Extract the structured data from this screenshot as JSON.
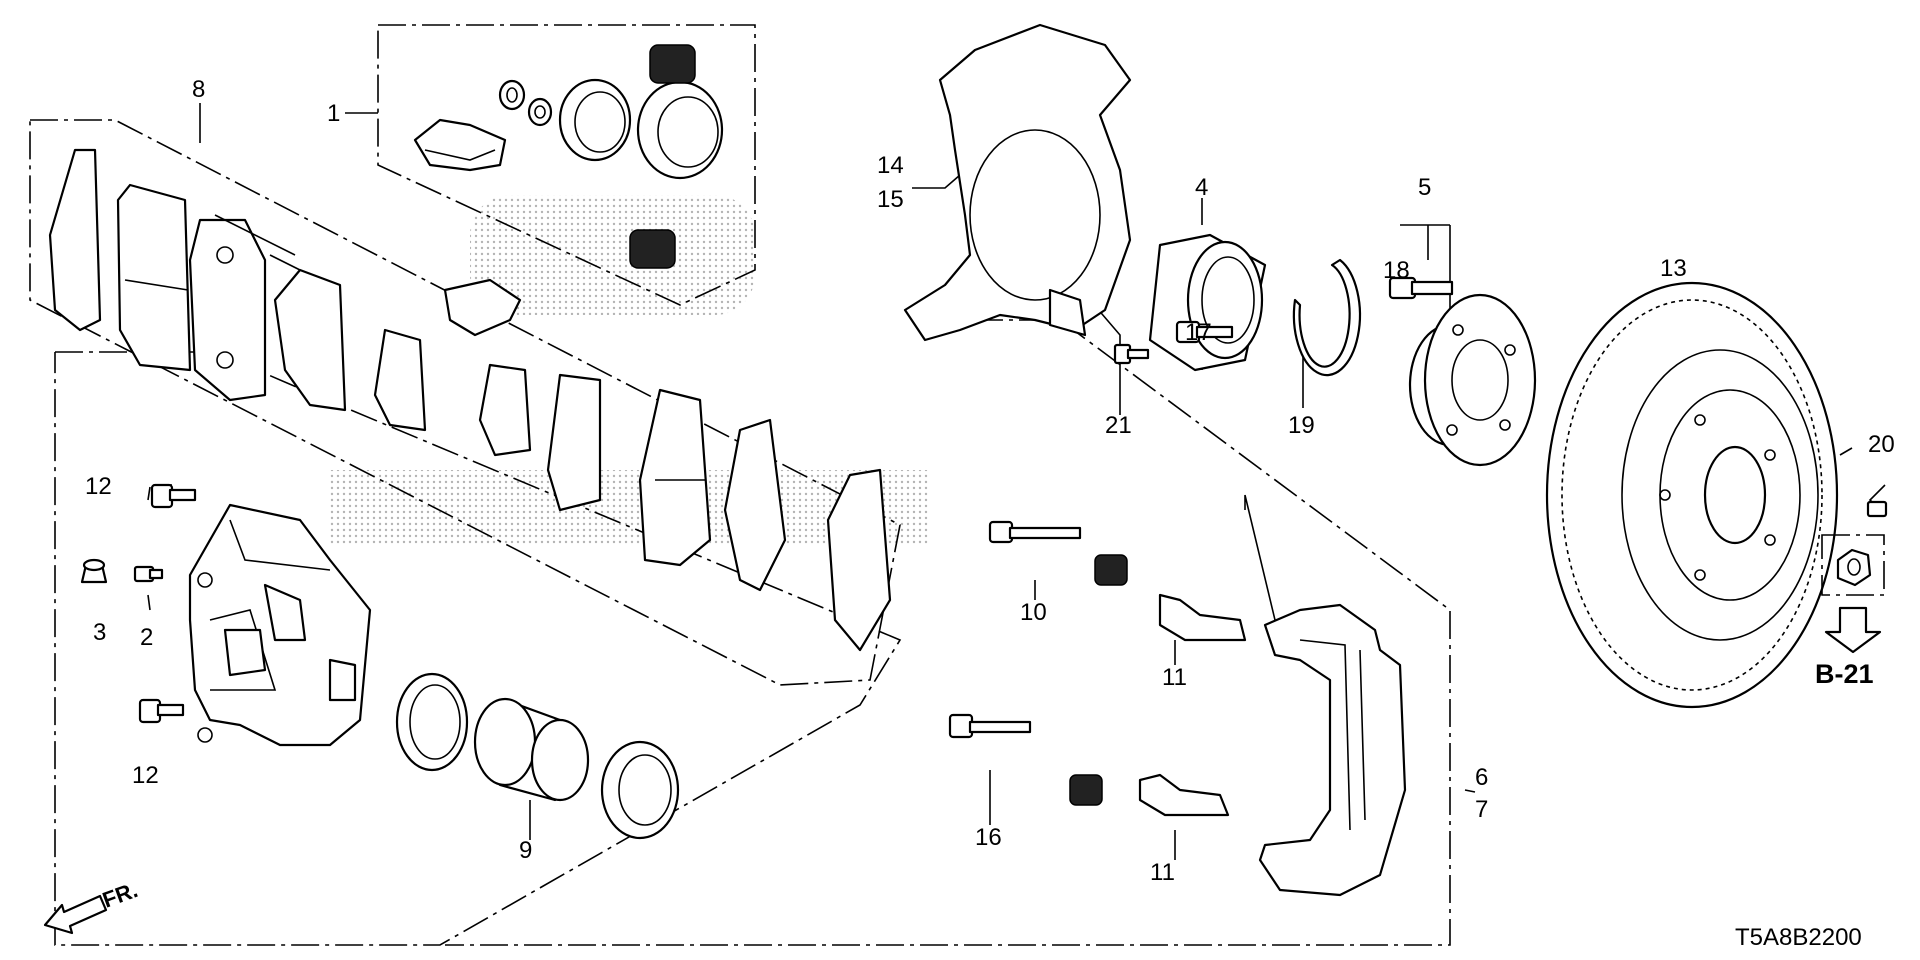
{
  "diagram": {
    "labels": {
      "p1": "1",
      "p2": "2",
      "p3": "3",
      "p4": "4",
      "p5": "5",
      "p6": "6",
      "p7": "7",
      "p8": "8",
      "p9": "9",
      "p10": "10",
      "p11a": "11",
      "p11b": "11",
      "p12a": "12",
      "p12b": "12",
      "p13": "13",
      "p14": "14",
      "p15": "15",
      "p16": "16",
      "p17": "17",
      "p18": "18",
      "p19": "19",
      "p20": "20",
      "p21": "21"
    },
    "reference": "B-21",
    "direction": "FR.",
    "drawing_code": "T5A8B2200"
  }
}
